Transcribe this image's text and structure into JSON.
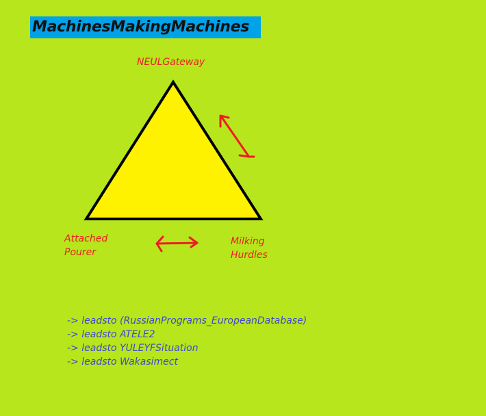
{
  "title": "MachinesMakingMachines",
  "nodes": {
    "top": "NEULGateway",
    "left": [
      "Attached",
      "Pourer"
    ],
    "right": [
      "Milking",
      "Hurdles"
    ]
  },
  "leads": [
    "-> leadsto (RussianPrograms_EuropeanDatabase)",
    "-> leadsto ATELE2",
    "-> leadsto YULEYFSituation",
    "-> leadsto Wakasimect"
  ],
  "colors": {
    "background": "#b7e61d",
    "title_bg": "#00a2e8",
    "triangle_fill": "#fff200",
    "triangle_stroke": "#000000",
    "arrow": "#ed1c24",
    "node_text": "#ed1c24",
    "leads_text": "#3f48cc"
  }
}
